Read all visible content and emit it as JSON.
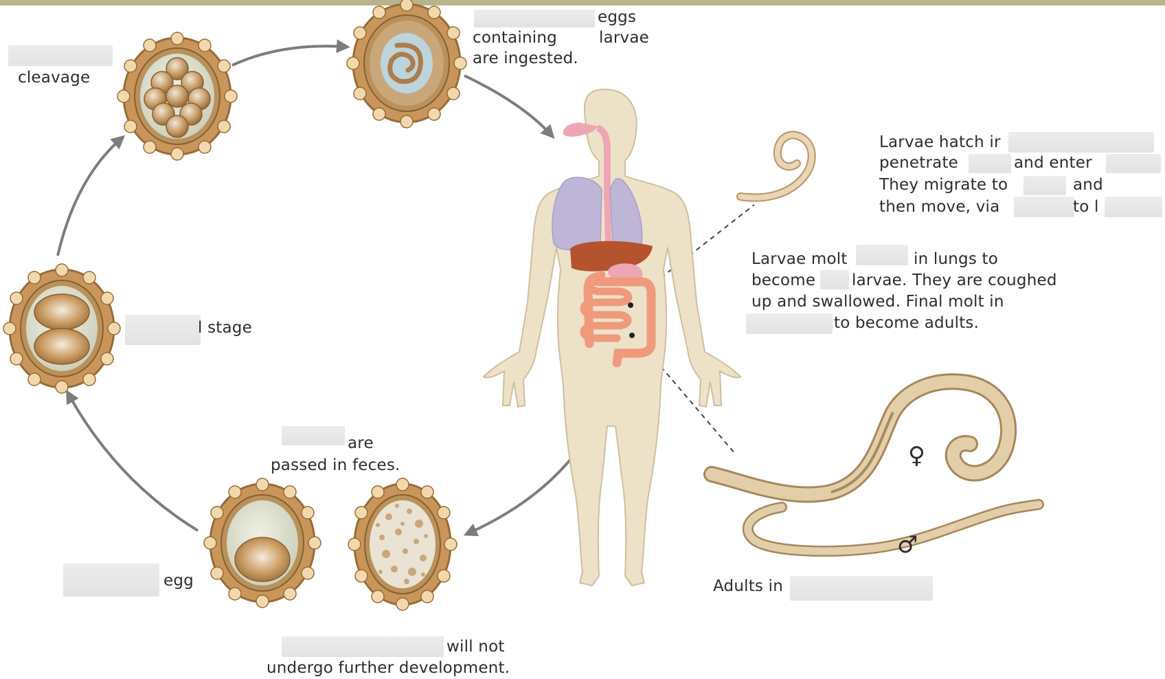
{
  "labels": {
    "cleavage": "cleavage",
    "two_cell_stage": "l stage",
    "eggs_top": "eggs",
    "containing": "containing",
    "larvae_top": "larvae",
    "ingested": "are ingested.",
    "hatch_line1": "Larvae hatch ir",
    "hatch_line2a": "penetrate",
    "hatch_line2b": "and enter",
    "hatch_line3a": "They migrate to",
    "hatch_line3b": "and",
    "hatch_line4a": "then move, via",
    "hatch_line4b": "to l",
    "molt_line1a": "Larvae molt",
    "molt_line1b": "in lungs to",
    "molt_line2a": "become",
    "molt_line2b": "larvae. They are coughed",
    "molt_line3": "up and swallowed. Final molt in",
    "molt_line4": "to become adults.",
    "are": "are",
    "passed_in_feces": "passed in feces.",
    "egg": "egg",
    "will_not": "will not",
    "undergo": "undergo further development.",
    "adults_in": "Adults in",
    "female_symbol": "♀",
    "male_symbol": "♂"
  },
  "colors": {
    "shell": "#c8965a",
    "shell_dark": "#9a6a35",
    "egg_interior": "#d9dcc8",
    "body": "#ede1c8",
    "lungs": "#bdb6d6",
    "liver": "#b5532e",
    "intestine": "#ef9a7d",
    "stomach": "#efa6b4",
    "worm": "#d9c29a",
    "arrow": "#7c7c7c",
    "top_bar": "#b7b48c"
  }
}
